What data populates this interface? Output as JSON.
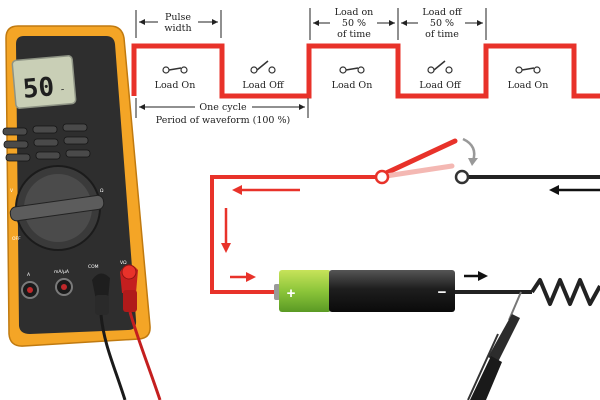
{
  "colors": {
    "wire_red": "#e8322a",
    "meter_body": "#f4a526",
    "meter_dark": "#2b2b2b",
    "lcd": "#c9cfb6",
    "battery_plus": "#86c43c",
    "battery_minus": "#1f1f1f"
  },
  "waveform": {
    "pulse_width_label": [
      "Pulse",
      "width"
    ],
    "load_on_percent_label": [
      "Load on",
      "50 %",
      "of time"
    ],
    "load_off_percent_label": [
      "Load off",
      "50 %",
      "of time"
    ],
    "one_cycle_label": [
      "One cycle",
      "Period of waveform (100 %)"
    ],
    "segments": [
      "Load On",
      "Load Off",
      "Load On",
      "Load Off",
      "Load On"
    ]
  },
  "multimeter": {
    "display_value": "50",
    "display_unit": "-",
    "jack_labels": [
      "A",
      "mA/µA",
      "COM",
      "VΩ"
    ],
    "side_labels": [
      "OFF",
      "V",
      "Ω"
    ]
  },
  "battery": {
    "plus": "+",
    "minus": "−"
  }
}
